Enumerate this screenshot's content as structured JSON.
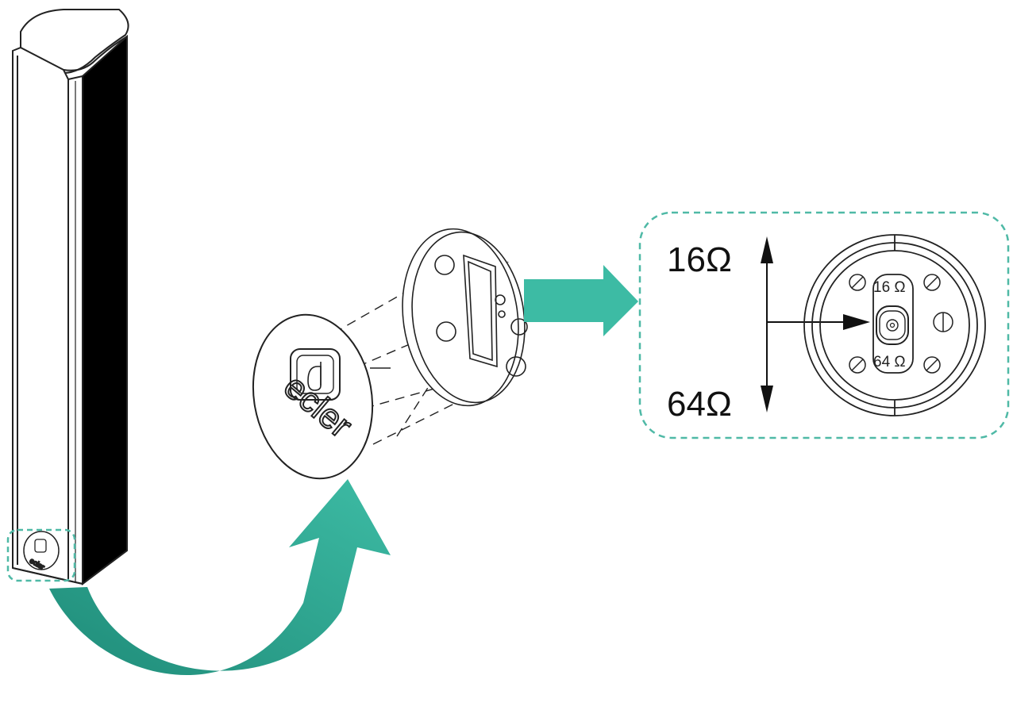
{
  "colors": {
    "accent": "#3dbba4",
    "accent_dark": "#1f8c79",
    "callout_border": "#4fb9a6",
    "line": "#222222",
    "speaker_grille": "#000000"
  },
  "brand": {
    "logo_text": "ecler"
  },
  "labels": {
    "impedance_high": "16Ω",
    "impedance_low": "64Ω",
    "selector_top": "16 Ω",
    "selector_bottom": "64 Ω"
  },
  "icons": {
    "arrow": "teal-arrow-icon",
    "curved_arrow": "teal-curved-arrow-icon",
    "double_arrow": "up-down-arrow-icon"
  }
}
